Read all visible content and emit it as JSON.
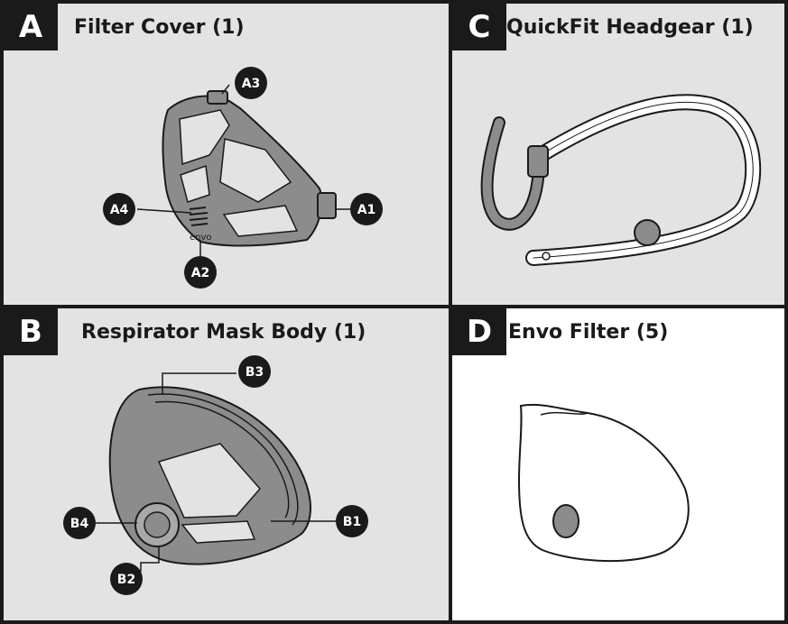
{
  "panels": {
    "a": {
      "letter": "A",
      "title": "Filter Cover (1)",
      "callouts": [
        "A3",
        "A4",
        "A1",
        "A2"
      ],
      "part_text": "envo"
    },
    "c": {
      "letter": "C",
      "title": "QuickFit Headgear (1)"
    },
    "b": {
      "letter": "B",
      "title": "Respirator Mask Body (1)",
      "callouts": [
        "B3",
        "B4",
        "B1",
        "B2"
      ]
    },
    "d": {
      "letter": "D",
      "title": "Envo Filter (5)"
    }
  }
}
